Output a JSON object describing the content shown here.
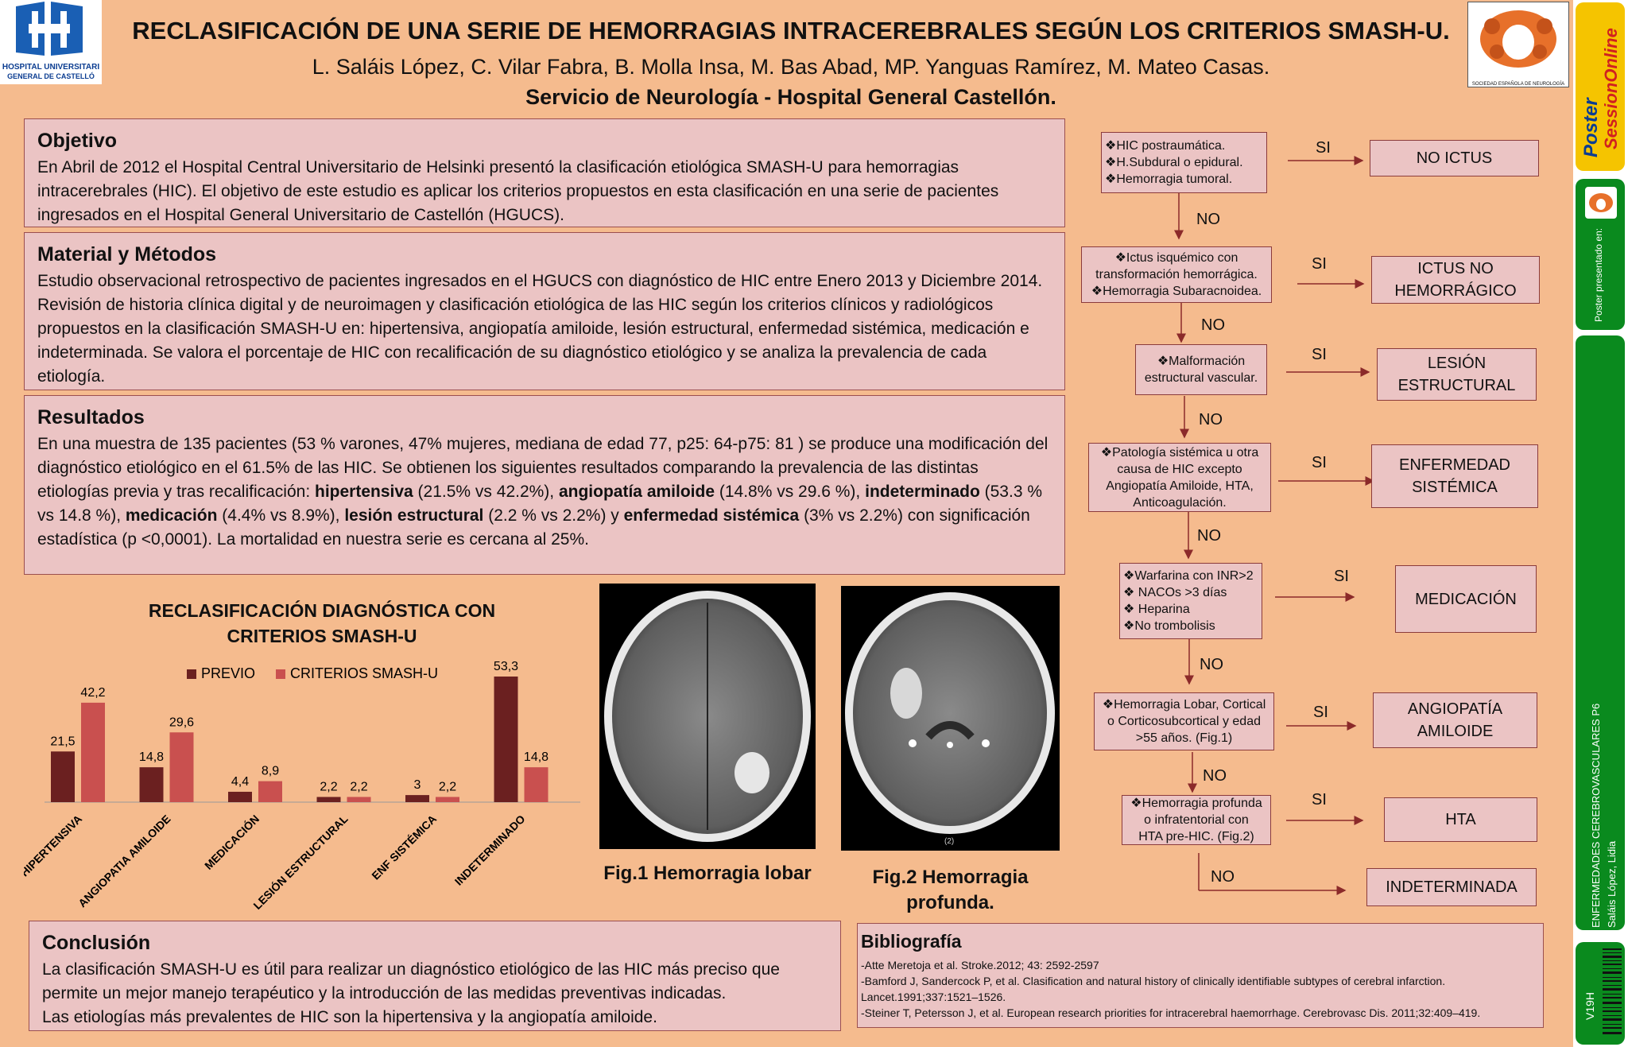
{
  "header": {
    "title": "RECLASIFICACIÓN DE UNA SERIE DE HEMORRAGIAS INTRACEREBRALES SEGÚN LOS CRITERIOS SMASH-U.",
    "authors": "L. Saláis López, C. Vilar Fabra, B. Molla Insa, M. Bas Abad, MP. Yanguas Ramírez, M. Mateo Casas.",
    "department": "Servicio de Neurología - Hospital General Castellón.",
    "hospital_logo_line1": "HOSPITAL UNIVERSITARI",
    "hospital_logo_line2": "GENERAL DE CASTELLÓ",
    "society_logo_text": "SOCIEDAD ESPAÑOLA DE NEUROLOGÍA"
  },
  "objetivo": {
    "heading": "Objetivo",
    "text": "En Abril de 2012 el Hospital Central Universitario de Helsinki presentó la clasificación etiológica SMASH-U para hemorragias intracerebrales (HIC).  El objetivo de este estudio es aplicar los criterios propuestos en esta clasificación en una serie de pacientes ingresados en el Hospital General Universitario de Castellón (HGUCS)."
  },
  "metodos": {
    "heading": "Material y Métodos",
    "text": "Estudio observacional retrospectivo de pacientes ingresados en el HGUCS con diagnóstico de HIC entre Enero 2013 y Diciembre 2014.  Revisión de historia clínica digital y de neuroimagen y clasificación etiológica de las HIC según los criterios clínicos y radiológicos propuestos en la clasificación SMASH-U en:  hipertensiva,  angiopatía amiloide,  lesión estructural, enfermedad sistémica,  medicación e indeterminada.  Se valora el porcentaje de HIC  con recalificación de su  diagnóstico etiológico y se analiza la prevalencia de cada etiología."
  },
  "resultados": {
    "heading": "Resultados",
    "t1": "En una muestra de 135 pacientes  (53 % varones,  47% mujeres,  mediana de edad 77,  p25: 64-p75: 81 ) se produce una modificación del diagnóstico etiológico en el 61.5% de las HIC.  Se obtienen los siguientes resultados comparando la prevalencia de las distintas etiologías  previa y tras recalificación: ",
    "b1": "hipertensiva",
    "t2": "  (21.5% vs 42.2%),   ",
    "b2": "angiopatía amiloide",
    "t3": " (14.8%  vs 29.6 %),  ",
    "b3": "indeterminado",
    "t4": " (53.3 % vs 14.8 %),  ",
    "b4": "medicación",
    "t5": " (4.4%  vs 8.9%),  ",
    "b5": "lesión estructural",
    "t6": "  (2.2 % vs 2.2%)  y ",
    "b6": "enfermedad sistémica",
    "t7": "  (3% vs 2.2%)  con significación estadística (p <0,0001). La mortalidad en nuestra serie es cercana al 25%."
  },
  "chart_data": {
    "type": "bar",
    "title_line1": "RECLASIFICACIÓN DIAGNÓSTICA CON",
    "title_line2": "CRITERIOS SMASH-U",
    "categories": [
      "HIPERTENSIVA",
      "ANGIOPATIA AMILOIDE",
      "MEDICACIÓN",
      "LESIÓN ESTRUCTURAL",
      "ENF SISTÉMICA",
      "INDETERMINADO"
    ],
    "series": [
      {
        "name": "PREVIO",
        "values": [
          21.5,
          14.8,
          4.4,
          2.2,
          3,
          53.3
        ],
        "labels": [
          "21,5",
          "14,8",
          "4,4",
          "2,2",
          "3",
          "53,3"
        ],
        "color": "#6b2020"
      },
      {
        "name": "CRITERIOS SMASH-U",
        "values": [
          42.2,
          29.6,
          8.9,
          2.2,
          2.2,
          14.8
        ],
        "labels": [
          "42,2",
          "29,6",
          "8,9",
          "2,2",
          "2,2",
          "14,8"
        ],
        "color": "#c9504f"
      }
    ],
    "ylim": [
      0,
      53.3
    ],
    "legend_position": "top",
    "grid": false
  },
  "figures": {
    "fig1_caption": "Fig.1 Hemorragia lobar",
    "fig2_caption_l1": "Fig.2 Hemorragia",
    "fig2_caption_l2": "profunda.",
    "fig2_tag": "(2)"
  },
  "flow": {
    "si": "SI",
    "no": "NO",
    "q1": [
      "❖HIC postraumática.",
      "❖H.Subdural o epidural.",
      "❖Hemorragia tumoral."
    ],
    "o1": "NO  ICTUS",
    "q2": [
      "❖Ictus isquémico  con",
      "transformación hemorrágica.",
      "❖Hemorragia Subaracnoidea."
    ],
    "o2": [
      "ICTUS NO",
      "HEMORRÁGICO"
    ],
    "q3": [
      "❖Malformación",
      "estructural vascular."
    ],
    "o3": [
      "LESIÓN",
      "ESTRUCTURAL"
    ],
    "q4": [
      "❖Patología sistémica u otra",
      "causa de HIC excepto",
      "Angiopatía Amiloide, HTA,",
      "Anticoagulación."
    ],
    "o4": [
      "ENFERMEDAD",
      "SISTÉMICA"
    ],
    "q5": [
      "❖Warfarina con INR>2",
      "❖  NACOs  >3 días",
      "❖   Heparina",
      "❖No trombolisis"
    ],
    "o5": "MEDICACIÓN",
    "q6": [
      "❖Hemorragia Lobar,  Cortical",
      "o Corticosubcortical  y  edad",
      ">55 años.   (Fig.1)"
    ],
    "o6": [
      "ANGIOPATÍA",
      "AMILOIDE"
    ],
    "q7": [
      "❖Hemorragia profunda",
      "o infratentorial  con",
      "HTA pre-HIC. (Fig.2)"
    ],
    "o7": "HTA",
    "o8": "INDETERMINADA"
  },
  "conclusion": {
    "heading": "Conclusión",
    "l1": "La clasificación SMASH-U es útil para realizar un diagnóstico etiológico de las HIC más  preciso que permite un mejor manejo terapéutico y la introducción de las medidas preventivas indicadas.",
    "l2": "Las etiologías más prevalentes de HIC son la hipertensiva y la angiopatía amiloide."
  },
  "bibliografia": {
    "heading": "Bibliografía",
    "refs": [
      "-Atte Meretoja et al. Stroke.2012; 43: 2592-2597",
      "-Bamford J, Sandercock P, et al. Clasification and natural history of clinically identifiable subtypes of cerebral infarction. Lancet.1991;337:1521–1526.",
      "-Steiner T, Petersson J, et  al. European research priorities for intracerebral haemorrhage. Cerebrovasc Dis. 2011;32:409–419."
    ]
  },
  "sidebar": {
    "brand1": "Poster",
    "brand2": "SessionOnline",
    "presented": "Poster presentado en:",
    "category": "ENFERMEDADES CEREBROVASCULARES P6",
    "author": "Saláis López, Lidia",
    "code": "V19H",
    "colors": {
      "green": "#0a8a1e",
      "yellow": "#f5c400"
    }
  }
}
